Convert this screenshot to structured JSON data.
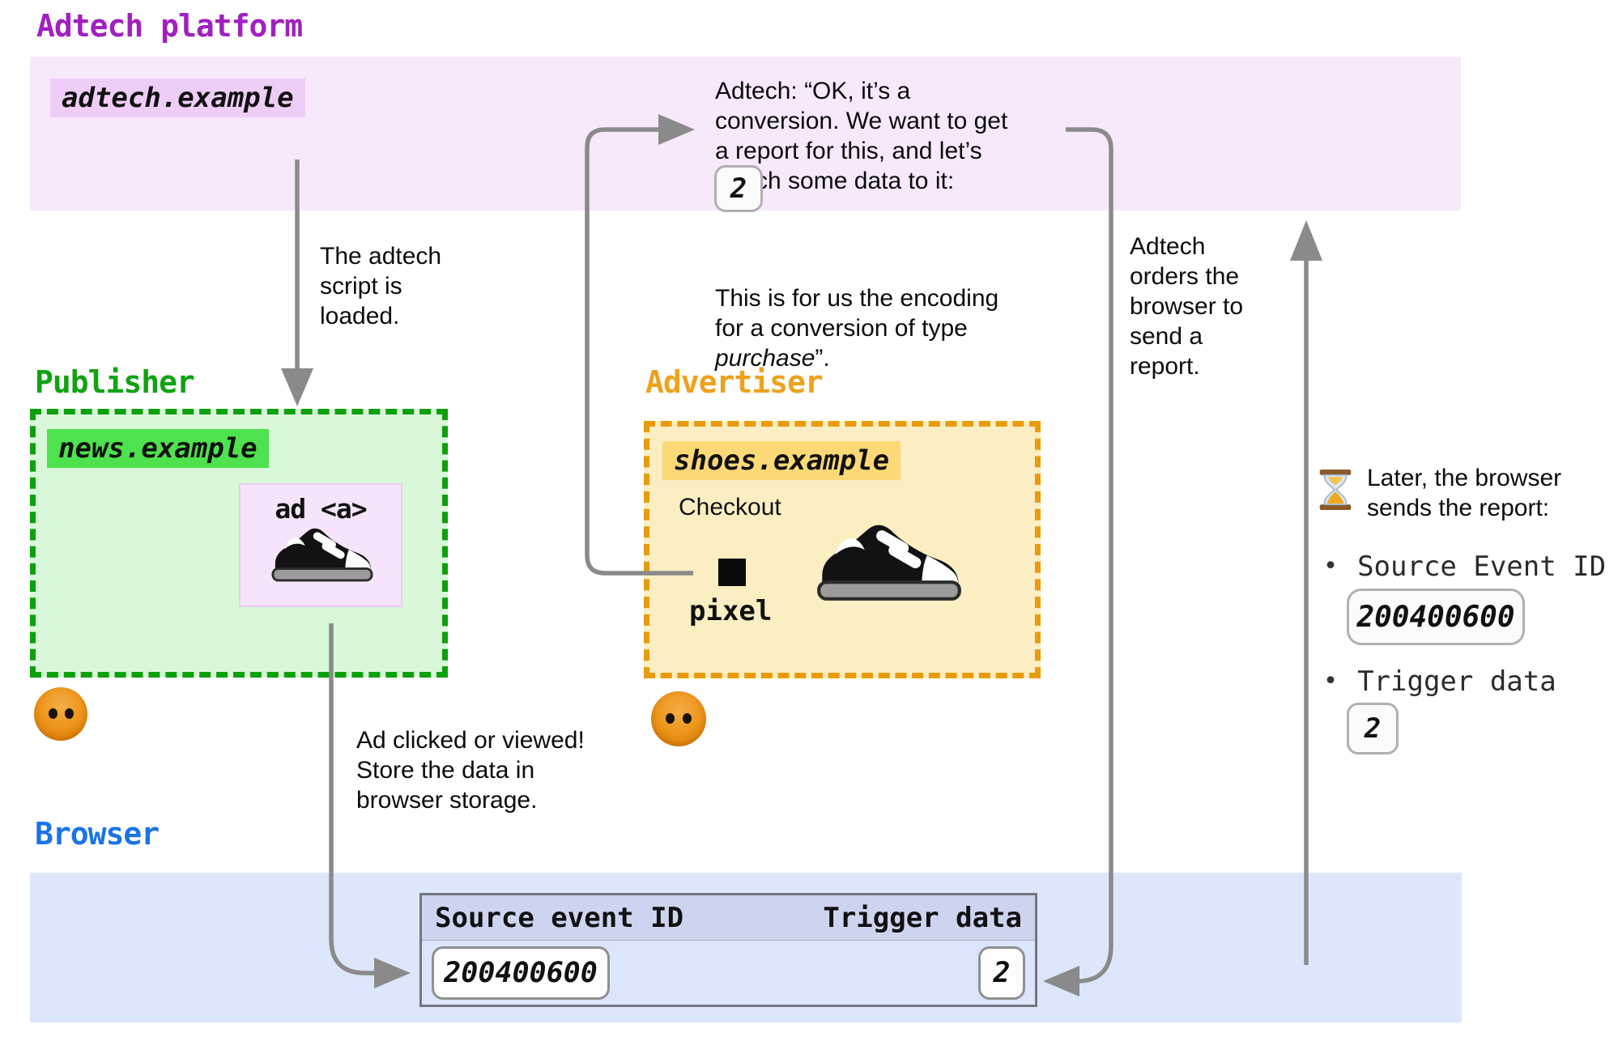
{
  "sections": {
    "adtech": {
      "label": "Adtech platform",
      "domain": "adtech.example",
      "color": "#a020c0"
    },
    "publisher": {
      "label": "Publisher",
      "domain": "news.example",
      "color": "#0fa312"
    },
    "advertiser": {
      "label": "Advertiser",
      "domain": "shoes.example",
      "color": "#eda21c"
    },
    "browser": {
      "label": "Browser",
      "color": "#1a73e8"
    }
  },
  "publisher_box": {
    "ad_label": "ad <a>"
  },
  "advertiser_box": {
    "checkout_label": "Checkout",
    "pixel_label": "pixel"
  },
  "annotations": {
    "script_loaded": "The adtech\nscript is\nloaded.",
    "adtech_quote": "Adtech: “OK, it’s a\nconversion. We want to get\na report for this, and let’s\nattach some data to it:",
    "trigger_value": "2",
    "encoding_line": "This is for us the encoding\nfor a conversion of type\n",
    "encoding_italic": "purchase",
    "encoding_end": "”.",
    "ad_clicked": "Ad clicked or viewed!\nStore the data in\nbrowser storage.",
    "orders_report": "Adtech\norders the\nbrowser to\nsend a\nreport.",
    "later_report": "Later, the browser\nsends the report:"
  },
  "report": {
    "bullet": "•",
    "items": [
      {
        "label": "Source Event ID",
        "value": "200400600"
      },
      {
        "label": "Trigger data",
        "value": "2"
      }
    ]
  },
  "table": {
    "headers": [
      "Source event ID",
      "Trigger data"
    ],
    "row": {
      "source_event_id": "200400600",
      "trigger_data": "2"
    }
  },
  "icons": {
    "sneaker": "sneaker-icon",
    "hourglass": "hourglass-icon",
    "face": "orange-face-icon",
    "pixel": "tracking-pixel"
  },
  "colors": {
    "adtech_band": "#f7e8fc",
    "browser_band": "#dce7fb",
    "publisher_fill": "#d9f8d9",
    "advertiser_fill": "#faeec2",
    "arrow_gray": "#8a8a8a"
  }
}
